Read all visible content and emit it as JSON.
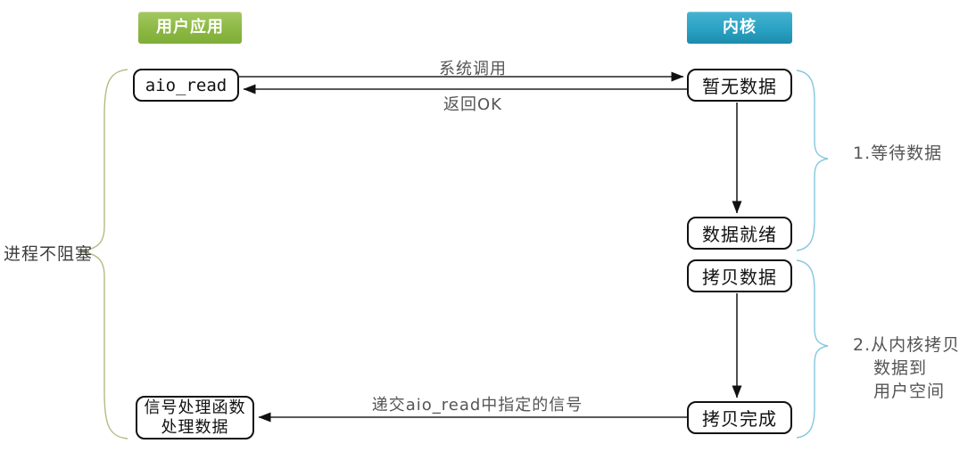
{
  "diagram": {
    "headers": {
      "user_app": "用户应用",
      "kernel": "内核"
    },
    "nodes": {
      "aio_read": "aio_read",
      "no_data": "暂无数据",
      "data_ready": "数据就绪",
      "copy_data": "拷贝数据",
      "copy_done": "拷贝完成",
      "signal_handler_line1": "信号处理函数",
      "signal_handler_line2": "处理数据"
    },
    "arrow_labels": {
      "system_call": "系统调用",
      "return_ok": "返回OK",
      "deliver_signal": "递交aio_read中指定的信号"
    },
    "annotations": {
      "process_not_blocked": "进程不阻塞",
      "step1": "1.等待数据",
      "step2_line1": "2.从内核拷贝",
      "step2_line2": "数据到",
      "step2_line3": "用户空间"
    },
    "colors": {
      "user_app_bg": "#8cb843",
      "user_app_bg_light": "#a3c862",
      "kernel_bg": "#2aa2c4",
      "kernel_bg_light": "#46b2d0",
      "box_border": "#111111",
      "arrow": "#222222",
      "label_text": "#555555",
      "left_brace": "#b5ba84",
      "right_brace": "#85c7de"
    }
  }
}
